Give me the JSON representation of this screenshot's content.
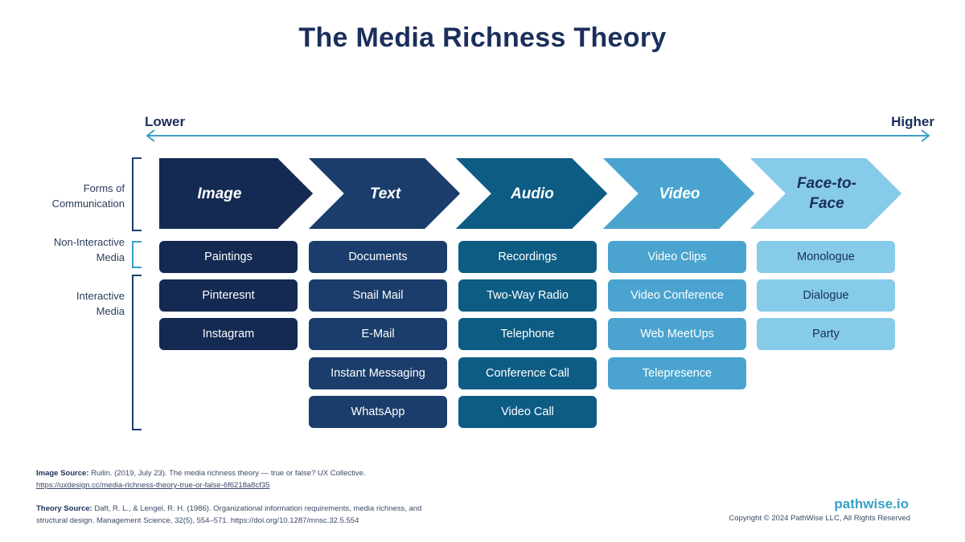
{
  "title": "The Media Richness Theory",
  "scale": {
    "low": "Lower",
    "high": "Higher"
  },
  "row_labels": {
    "forms": [
      "Forms of",
      "Communication"
    ],
    "non_interactive": [
      "Non-Interactive",
      "Media"
    ],
    "interactive": [
      "Interactive",
      "Media"
    ]
  },
  "columns": [
    {
      "name": [
        "Image"
      ],
      "color": "#142a52",
      "text_color": "#ffffff",
      "non_interactive": [
        "Paintings"
      ],
      "interactive": [
        "Pinteresnt",
        "Instagram"
      ]
    },
    {
      "name": [
        "Text"
      ],
      "color": "#1b3d6b",
      "text_color": "#ffffff",
      "non_interactive": [
        "Documents"
      ],
      "interactive": [
        "Snail Mail",
        "E-Mail",
        "Instant Messaging",
        "WhatsApp"
      ]
    },
    {
      "name": [
        "Audio"
      ],
      "color": "#0d5c84",
      "text_color": "#ffffff",
      "non_interactive": [
        "Recordings"
      ],
      "interactive": [
        "Two-Way Radio",
        "Telephone",
        "Conference Call",
        "Video Call"
      ]
    },
    {
      "name": [
        "Video"
      ],
      "color": "#4aa4cf",
      "text_color": "#ffffff",
      "non_interactive": [
        "Video Clips"
      ],
      "interactive": [
        "Video Conference",
        "Web MeetUps",
        "Telepresence"
      ]
    },
    {
      "name": [
        "Face-to-",
        "Face"
      ],
      "color": "#86cbea",
      "text_color": "#1b2f5c",
      "non_interactive": [
        "Monologue"
      ],
      "interactive": [
        "Dialogue",
        "Party"
      ]
    }
  ],
  "footer": {
    "image_source_label": "Image Source:",
    "image_source_text": "Ruilin. (2019, July 23). The media richness theory — true or false? UX Collective.",
    "image_source_link": "https://uxdesign.cc/media-richness-theory-true-or-false-6f6218a8cf35",
    "theory_source_label": "Theory Source:",
    "theory_source_line1": "Daft, R. L., & Lengel, R. H. (1986). Organizational information requirements, media richness, and",
    "theory_source_line2": "structural design. Management Science, 32(5), 554–571. https://doi.org/10.1287/mnsc.32.5.554"
  },
  "brand": "pathwise.io",
  "copyright": "Copyright © 2024 PathWise LLC, All Rights Reserved",
  "colors": {
    "title": "#1b2f5c",
    "arrow": "#3aa0c8",
    "bracket": "#1b3d6b"
  }
}
